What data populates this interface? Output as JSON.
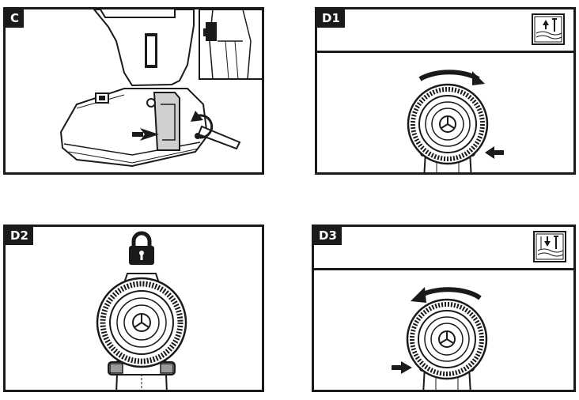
{
  "panels": {
    "c": {
      "label": "C"
    },
    "d1": {
      "label": "D1",
      "mode_icon": "drill-bit-up-icon",
      "rotation": "clockwise"
    },
    "d2": {
      "label": "D2",
      "mode_icon": "padlock-icon",
      "rotation": "locked"
    },
    "d3": {
      "label": "D3",
      "mode_icon": "drill-bit-down-icon",
      "rotation": "counter-clockwise"
    }
  },
  "colors": {
    "ink": "#1a1a1a",
    "grey": "#9a9a9a",
    "paper": "#ffffff"
  }
}
